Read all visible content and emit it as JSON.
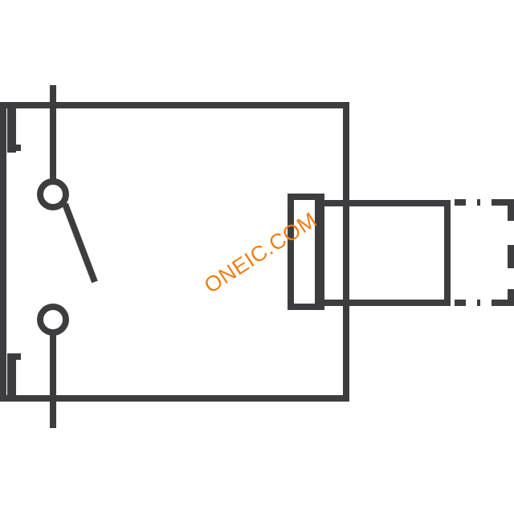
{
  "watermark": {
    "text": "ONEIC.COM",
    "color": "#f07e14"
  },
  "colors": {
    "stroke": "#3d3d3f",
    "background": "#ffffff"
  },
  "symbol": {
    "type": "switch-with-housing",
    "contact_state": "open"
  }
}
